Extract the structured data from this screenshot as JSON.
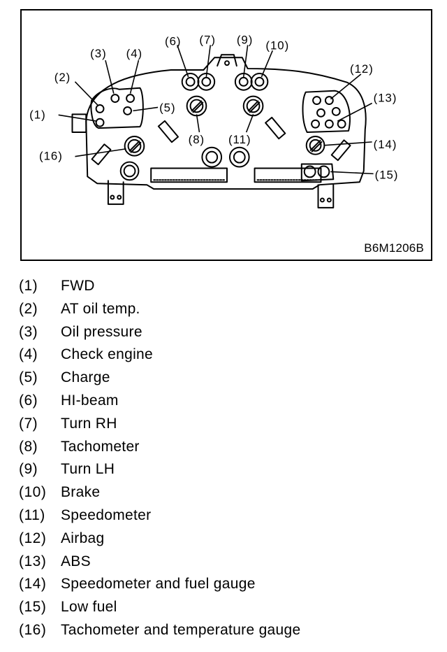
{
  "figure": {
    "code": "B6M1206B",
    "callouts": [
      "(1)",
      "(2)",
      "(3)",
      "(4)",
      "(5)",
      "(6)",
      "(7)",
      "(8)",
      "(9)",
      "(10)",
      "(11)",
      "(12)",
      "(13)",
      "(14)",
      "(15)",
      "(16)"
    ]
  },
  "legend": [
    {
      "num": "(1)",
      "label": "FWD"
    },
    {
      "num": "(2)",
      "label": "AT oil temp."
    },
    {
      "num": "(3)",
      "label": "Oil pressure"
    },
    {
      "num": "(4)",
      "label": "Check engine"
    },
    {
      "num": "(5)",
      "label": "Charge"
    },
    {
      "num": "(6)",
      "label": "HI-beam"
    },
    {
      "num": "(7)",
      "label": "Turn RH"
    },
    {
      "num": "(8)",
      "label": "Tachometer"
    },
    {
      "num": "(9)",
      "label": "Turn LH"
    },
    {
      "num": "(10)",
      "label": "Brake"
    },
    {
      "num": "(11)",
      "label": "Speedometer"
    },
    {
      "num": "(12)",
      "label": "Airbag"
    },
    {
      "num": "(13)",
      "label": "ABS"
    },
    {
      "num": "(14)",
      "label": "Speedometer and fuel gauge"
    },
    {
      "num": "(15)",
      "label": "Low fuel"
    },
    {
      "num": "(16)",
      "label": "Tachometer and temperature gauge"
    }
  ]
}
